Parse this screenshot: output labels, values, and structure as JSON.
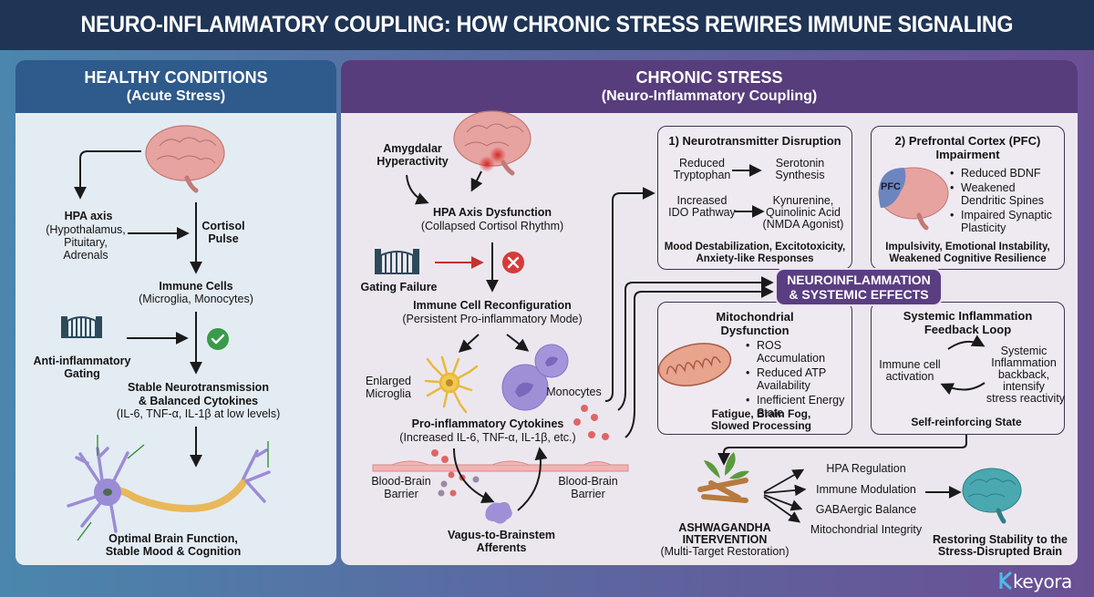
{
  "title": "NEURO-INFLAMMATORY COUPLING: HOW CHRONIC STRESS REWIRES IMMUNE SIGNALING",
  "healthy": {
    "heading": "HEALTHY CONDITIONS",
    "subheading": "(Acute Stress)",
    "hpa_title": "HPA axis",
    "hpa_lines": [
      "(Hypothalamus,",
      "Pituitary,",
      "Adrenals"
    ],
    "cortisol": [
      "Cortisol",
      "Pulse"
    ],
    "immune_title": "Immune Cells",
    "immune_sub": "(Microglia, Monocytes)",
    "gating": [
      "Anti-inflammatory",
      "Gating"
    ],
    "stable": [
      "Stable Neurotransmission",
      "& Balanced Cytokines"
    ],
    "stable_sub": "(IL-6, TNF-α, IL-1β at low levels)",
    "outcome": [
      "Optimal Brain Function,",
      "Stable Mood & Cognition"
    ],
    "check_icon": "check-circle"
  },
  "chronic": {
    "heading": "CHRONIC STRESS",
    "subheading": "(Neuro-Inflammatory Coupling)",
    "amygdala": [
      "Amygdalar",
      "Hyperactivity"
    ],
    "hpa_title": "HPA Axis Dysfunction",
    "hpa_sub": "(Collapsed Cortisol Rhythm)",
    "gating_failure": "Gating Failure",
    "reconfig_title": "Immune Cell Reconfiguration",
    "reconfig_sub": "(Persistent Pro-inflammatory Mode)",
    "microglia": [
      "Enlarged",
      "Microglia"
    ],
    "monocytes": "Monocytes",
    "cytokines_title": "Pro-inflammatory Cytokines",
    "cytokines_sub": "(Increased IL-6, TNF-α, IL-1β, etc.)",
    "bbb_left": [
      "Blood-Brain",
      "Barrier"
    ],
    "bbb_right": [
      "Blood-Brain",
      "Barrier"
    ],
    "vagus": [
      "Vagus-to-Brainstem",
      "Afferents"
    ],
    "x_icon": "x-circle"
  },
  "neurotransmitter": {
    "title": "1) Neurotransmitter Disruption",
    "rows": [
      {
        "from": [
          "Reduced",
          "Tryptophan"
        ],
        "to": [
          "Serotonin",
          "Synthesis"
        ]
      },
      {
        "from": [
          "Increased",
          "IDO Pathway"
        ],
        "to": [
          "Kynurenine,",
          "Quinolinic Acid",
          "(NMDA Agonist)"
        ]
      }
    ],
    "outcome": [
      "Mood Destabilization, Excitotoxicity,",
      "Anxiety-like Responses"
    ]
  },
  "pfc": {
    "title": [
      "2) Prefrontal Cortex (PFC)",
      "Impairment"
    ],
    "label": "PFC",
    "bullets": [
      "Reduced BDNF",
      "Weakened Dendritic Spines",
      "Impaired Synaptic Plasticity"
    ],
    "outcome": [
      "Impulsivity, Emotional Instability,",
      "Weakened Cognitive Resilience"
    ]
  },
  "badge": [
    "NEUROINFLAMMATION",
    "& SYSTEMIC EFFECTS"
  ],
  "mito": {
    "title": [
      "Mitochondrial",
      "Dysfunction"
    ],
    "bullets": [
      "ROS Accumulation",
      "Reduced ATP Availability",
      "Inefficient Energy State"
    ],
    "outcome": [
      "Fatigue, Brain Fog,",
      "Slowed Processing"
    ]
  },
  "loop": {
    "title": [
      "Systemic Inflammation",
      "Feedback Loop"
    ],
    "left": [
      "Immune cell",
      "activation"
    ],
    "right": [
      "Systemic",
      "Inflammation",
      "backback,",
      "intensify",
      "stress reactivity"
    ],
    "outcome": "Self-reinforcing State"
  },
  "intervention": {
    "title": [
      "ASHWAGANDHA",
      "INTERVENTION"
    ],
    "sub": "(Multi-Target Restoration)",
    "targets": [
      "HPA Regulation",
      "Immune Modulation",
      "GABAergic Balance",
      "Mitochondrial Integrity"
    ],
    "result": [
      "Restoring Stability to the",
      "Stress-Disrupted Brain"
    ]
  },
  "brand": {
    "name": "keyora"
  },
  "colors": {
    "title_bg": "#1f3556",
    "healthy_head": "#2e5a8c",
    "chronic_head": "#573d7c",
    "check": "#3a9a4a",
    "x": "#d63b3b",
    "brain_pink": "#e6a3a0",
    "brain_teal": "#4aa8b0"
  }
}
